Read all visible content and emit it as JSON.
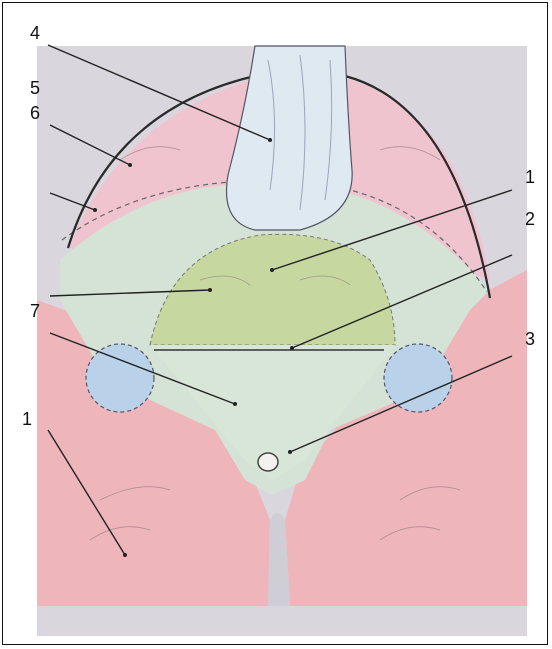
{
  "figure": {
    "labels": {
      "left_1": "1",
      "left_4": "4",
      "left_5": "5",
      "left_6": "6",
      "left_7": "7",
      "right_1": "1",
      "right_2": "2",
      "right_3": "3"
    },
    "colors": {
      "background_gray": "#d9d7dd",
      "pink_region": "#efc4cf",
      "light_green_region": "#d4e3d6",
      "olive_region": "#c6d79f",
      "tail_blue": "#dfe9f1",
      "landmark_blue": "#b9d2e9",
      "thigh_red": "#eeb6bb",
      "outline": "#2a2a2a"
    }
  }
}
